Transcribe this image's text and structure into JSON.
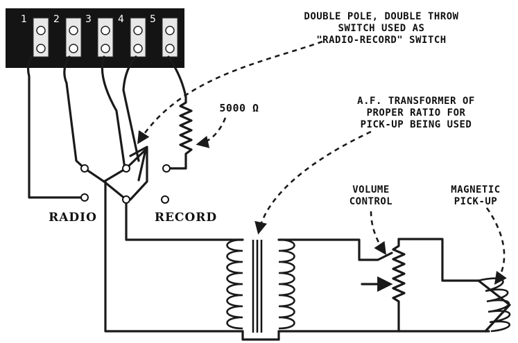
{
  "terminals": [
    "1",
    "2",
    "3",
    "4",
    "5"
  ],
  "labels": {
    "switch_note": "DOUBLE POLE, DOUBLE THROW\nSWITCH USED AS\n\"RADIO-RECORD\" SWITCH",
    "resistor": "5000 Ω",
    "transformer_note": "A.F. TRANSFORMER OF\nPROPER RATIO FOR\nPICK-UP BEING USED",
    "volume": "VOLUME\nCONTROL",
    "pickup": "MAGNETIC\nPICK-UP",
    "radio": "RADIO",
    "record": "RECORD"
  }
}
